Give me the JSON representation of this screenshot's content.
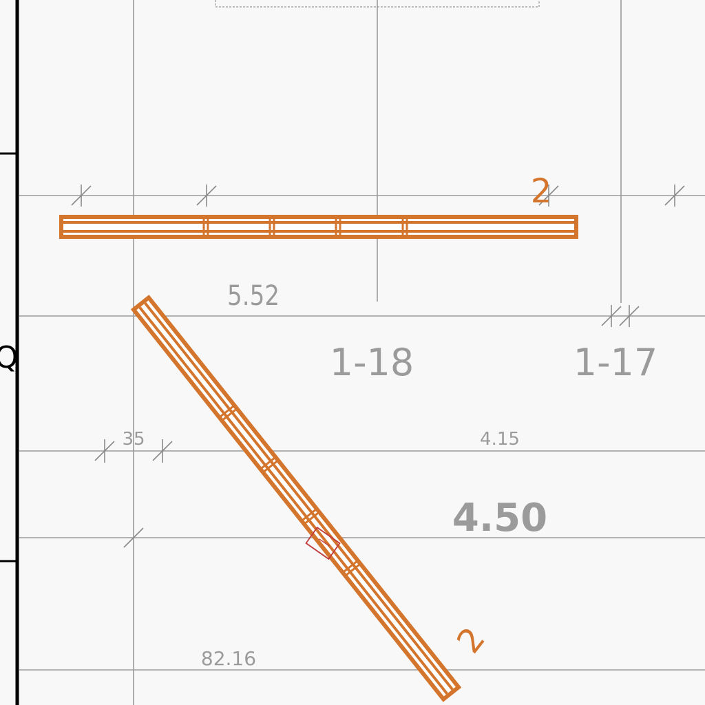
{
  "colors": {
    "background": "#f8f8f8",
    "grid_line": "#9a9a9a",
    "dim_text": "#9b9b9b",
    "beam": "#d4752d",
    "beam_fill": "#ffffff",
    "frame": "#000000",
    "marker": "#c03a3a"
  },
  "labels": {
    "dim_5_52": "5.52",
    "room_1_18": "1-18",
    "room_1_17": "1-17",
    "dim_35": "35",
    "dim_4_15": "4.15",
    "level_4_50": "4.50",
    "dim_82_16": "82.16",
    "beam_tag_horizontal": "2",
    "beam_tag_diagonal": "2",
    "axis_letter": "Q"
  }
}
